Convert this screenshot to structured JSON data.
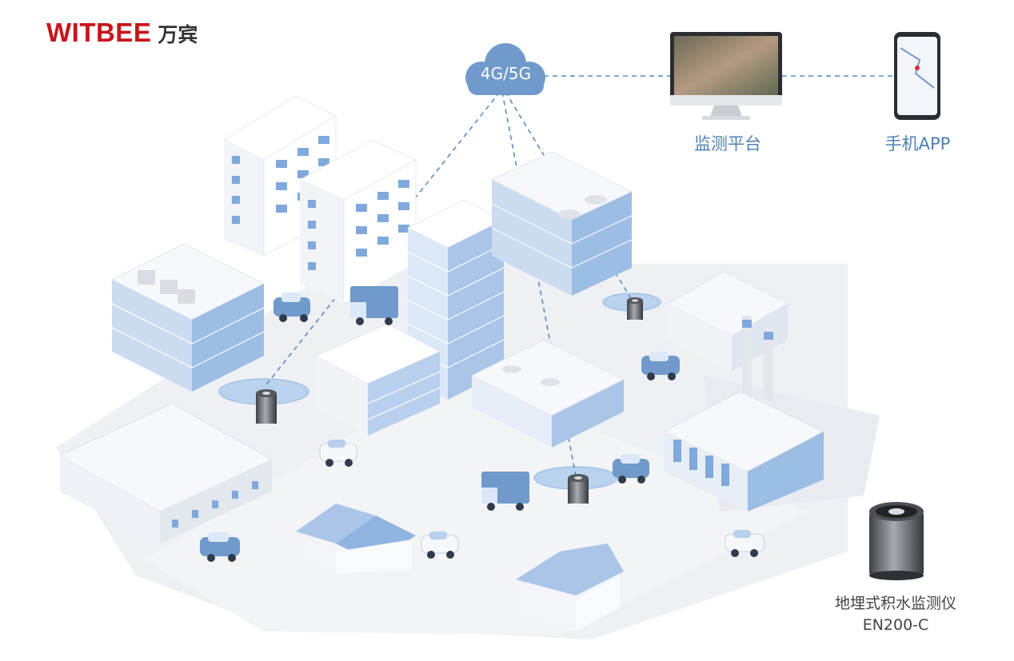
{
  "brand": {
    "name_en": "WITBEE",
    "name_cn": "万宾",
    "color": "#c8141c"
  },
  "network": {
    "label": "4G/5G"
  },
  "platform": {
    "label": "监测平台"
  },
  "app": {
    "label": "手机APP"
  },
  "device": {
    "label": "地埋式积水监测仪",
    "model": "EN200-C"
  },
  "watermark": "WITBEE 万宾",
  "colors": {
    "link": "#5b8cc4",
    "cloud": "#6f9acb",
    "building": "#9cbde4",
    "ground": "#eef0f3"
  }
}
